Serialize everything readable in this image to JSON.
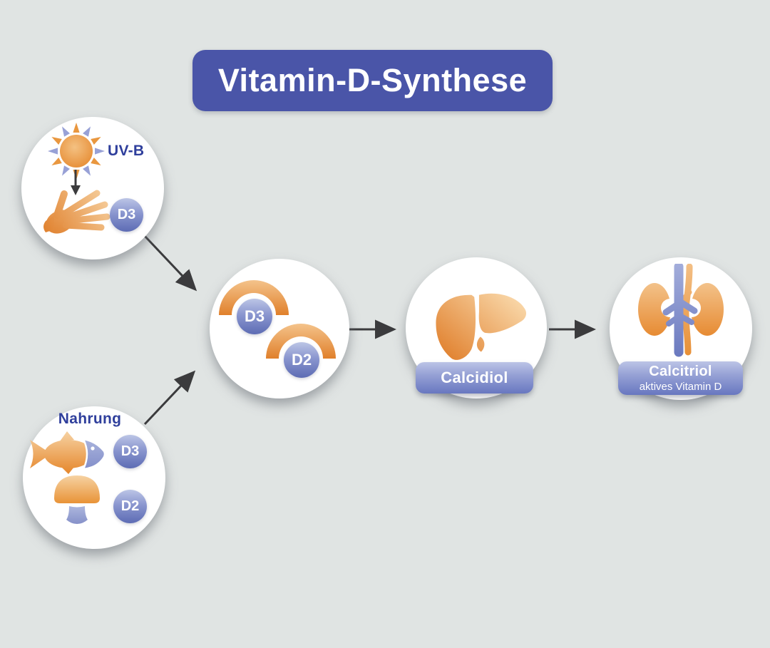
{
  "title": "Vitamin-D-Synthese",
  "nodes": {
    "sunlight": {
      "label": "UV-B",
      "badge": "D3"
    },
    "food": {
      "label": "Nahrung",
      "fish_badge": "D3",
      "mushroom_badge": "D2"
    },
    "vitamin_pool": {
      "badge_d3": "D3",
      "badge_d2": "D2"
    },
    "liver": {
      "label": "Calcidiol"
    },
    "kidneys": {
      "label": "Calcitriol",
      "sublabel": "aktives Vitamin D"
    }
  },
  "icons": {
    "sun": "sun-icon",
    "hand": "hand-icon",
    "fish": "fish-icon",
    "mushroom": "mushroom-icon",
    "liver": "liver-icon",
    "kidneys": "kidneys-icon",
    "arrow": "arrow-icon"
  },
  "colors": {
    "background": "#e0e4e3",
    "banner_blue": "#4a55a8",
    "badge_blue_dark": "#5d6cb4",
    "badge_blue_light": "#bcc5e6",
    "orange_dark": "#e6892f",
    "orange_light": "#f8d7a6",
    "label_text_blue": "#2f3f9c",
    "arrow_gray": "#3b3b3d",
    "node_fill": "#ffffff"
  }
}
